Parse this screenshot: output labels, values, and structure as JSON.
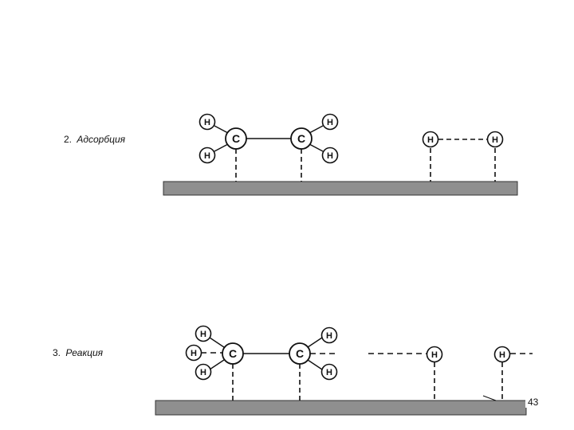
{
  "stages": [
    {
      "number": "2.",
      "title": "Адсорбция"
    },
    {
      "number": "3.",
      "title": "Реакция"
    }
  ],
  "atoms": {
    "carbon": "C",
    "hydrogen": "H"
  },
  "page_number": "43",
  "colors": {
    "surface": "#8f8f8f",
    "ink": "#111111"
  }
}
